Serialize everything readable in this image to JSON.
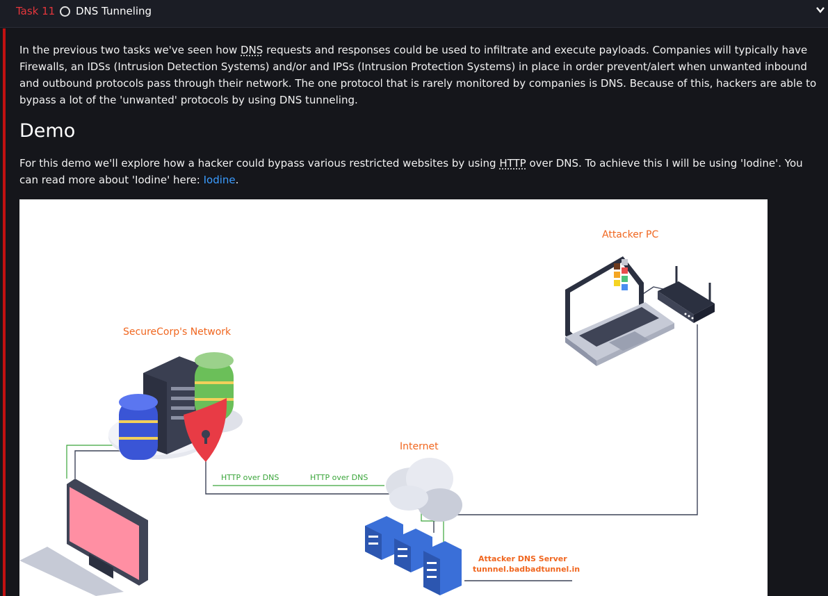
{
  "task": {
    "number_label": "Task 11",
    "title": "DNS Tunneling"
  },
  "intro": {
    "part1": "In the previous two tasks we've seen how ",
    "dns_abbr": "DNS",
    "part2": " requests and responses could be used to infiltrate and execute payloads. Companies will typically have Firewalls, an IDSs (Intrusion Detection Systems) and/or and IPSs (Intrusion Protection Systems) in place in order prevent/alert when unwanted inbound and outbound protocols pass through their network. The one protocol that is rarely monitored by companies is DNS. Because of this, hackers are able to bypass a lot of the 'unwanted' protocols by using DNS tunneling."
  },
  "demo": {
    "heading": "Demo",
    "part1": "For this demo we'll explore how a hacker could bypass various restricted websites by using ",
    "http_abbr": "HTTP",
    "part2": " over DNS. To achieve this I will be using 'Iodine'. You can read more about 'Iodine' here: ",
    "link_label": "Iodine",
    "part3": "."
  },
  "diagram": {
    "attacker_pc_label": "Attacker PC",
    "securecorp_label": "SecureCorp's Network",
    "internet_label": "Internet",
    "http_over_dns_1": "HTTP over DNS",
    "http_over_dns_2": "HTTP over DNS",
    "dns_server_label": "Attacker DNS Server",
    "dns_server_host": "tunnnel.badbadtunnel.in",
    "label_color": "#f0661f",
    "line_label_color": "#3aa53a"
  },
  "colors": {
    "background": "#15161b",
    "accent_red": "#c11111",
    "link_blue": "#3b9cff"
  }
}
